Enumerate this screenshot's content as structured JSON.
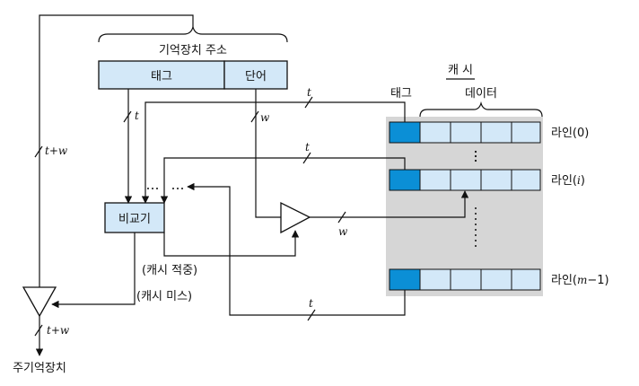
{
  "address": {
    "title": "기억장치 주소",
    "tag": "태그",
    "word": "단어"
  },
  "cache": {
    "title": "캐 시",
    "tag_header": "태그",
    "data_header": "데이터",
    "line0": "라인(0)",
    "line_i_prefix": "라인(",
    "line_i_var": "i",
    "line_i_suffix": ")",
    "line_m_prefix": "라인(",
    "line_m_var": "m",
    "line_m_suffix": "−1)"
  },
  "comparator": "비교기",
  "cache_hit": "(캐시 적중)",
  "cache_miss": "(캐시 미스)",
  "main_memory": "주기억장치",
  "wire_labels": {
    "t": "t",
    "w": "w",
    "t_plus_w": "t+w"
  },
  "colors": {
    "light_blue": "#d3e8f8",
    "tag_blue": "#0b8fd6",
    "cache_gray": "#d6d6d6"
  }
}
